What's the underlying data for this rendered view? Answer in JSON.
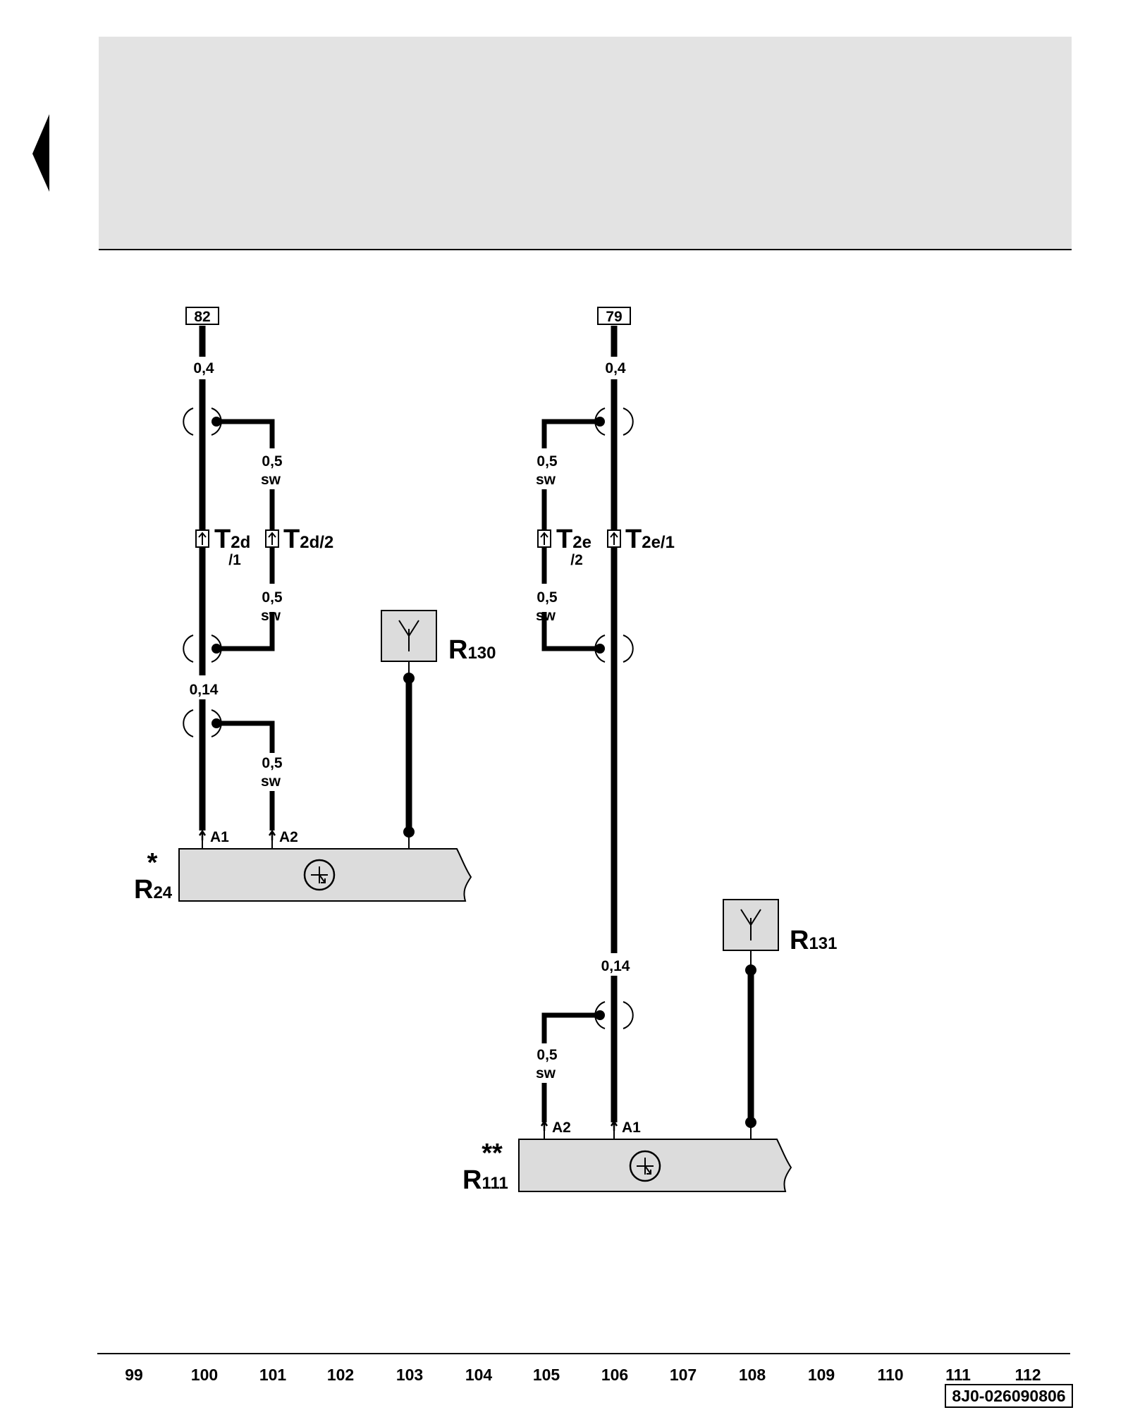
{
  "page": {
    "doc_number": "8J0-026090806"
  },
  "icons": {
    "back": "triangle-left-icon",
    "antenna": "antenna-icon",
    "module": "module-symbol-icon",
    "connector": "connector-pin-icon",
    "shield": "shield-icon"
  },
  "colors": {
    "header_fill": "#e3e3e3",
    "box_fill": "#dcdcdc",
    "line": "#000000"
  },
  "refs": {
    "left": "82",
    "right": "79"
  },
  "labels": {
    "gauge_04": "0,4",
    "gauge_05": "0,5",
    "gauge_014": "0,14",
    "sw": "sw"
  },
  "connectors": {
    "t2d1": {
      "main": "T",
      "sub": "2d",
      "sub2": "/1"
    },
    "t2d2": {
      "main": "T",
      "sub": "2d/2"
    },
    "t2e2": {
      "main": "T",
      "sub": "2e",
      "sub2": "/2"
    },
    "t2e1": {
      "main": "T",
      "sub": "2e/1"
    }
  },
  "pins": {
    "a1": "A1",
    "a2": "A2"
  },
  "components": {
    "r24": {
      "letter": "R",
      "sub": "24",
      "star": "*"
    },
    "r111": {
      "letter": "R",
      "sub": "111",
      "star": "**"
    },
    "r130": {
      "letter": "R",
      "sub": "130"
    },
    "r131": {
      "letter": "R",
      "sub": "131"
    }
  },
  "axis": {
    "numbers": [
      "99",
      "100",
      "101",
      "102",
      "103",
      "104",
      "105",
      "106",
      "107",
      "108",
      "109",
      "110",
      "111",
      "112"
    ]
  }
}
